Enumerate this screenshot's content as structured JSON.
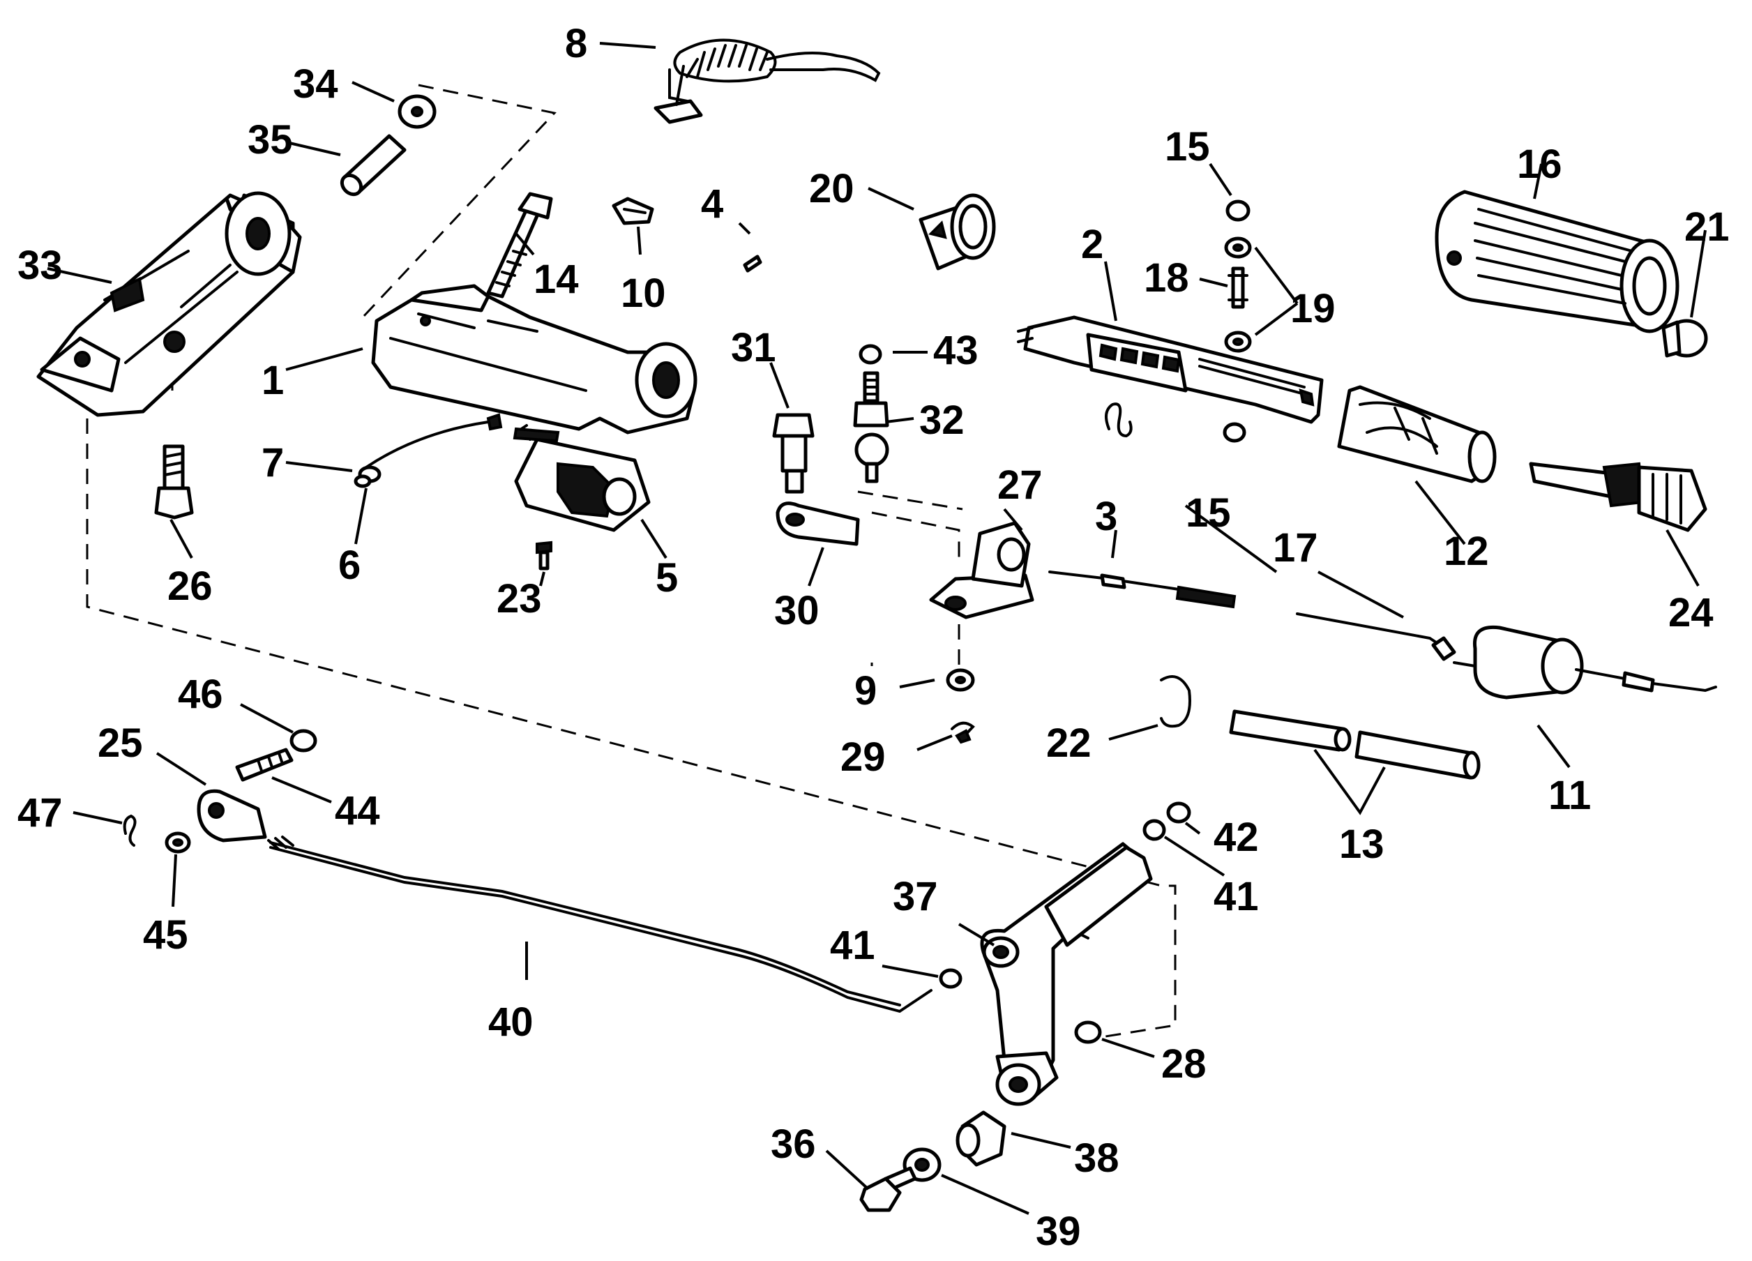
{
  "diagram": {
    "colors": {
      "ink": "#000000",
      "paper": "#ffffff"
    },
    "callouts": {
      "c1": "1",
      "c2": "2",
      "c3": "3",
      "c4": "4",
      "c5": "5",
      "c6": "6",
      "c7": "7",
      "c8": "8",
      "c9": "9",
      "c10": "10",
      "c11": "11",
      "c12": "12",
      "c13": "13",
      "c14": "14",
      "c15a": "15",
      "c15b": "15",
      "c16": "16",
      "c17": "17",
      "c18": "18",
      "c19": "19",
      "c20": "20",
      "c21": "21",
      "c22": "22",
      "c23": "23",
      "c24": "24",
      "c25": "25",
      "c26": "26",
      "c27": "27",
      "c28": "28",
      "c29": "29",
      "c30": "30",
      "c31": "31",
      "c32": "32",
      "c33": "33",
      "c34": "34",
      "c35": "35",
      "c36": "36",
      "c37": "37",
      "c38": "38",
      "c39": "39",
      "c40": "40",
      "c41a": "41",
      "c41b": "41",
      "c42": "42",
      "c43": "43",
      "c44": "44",
      "c45": "45",
      "c46": "46",
      "c47": "47"
    }
  }
}
